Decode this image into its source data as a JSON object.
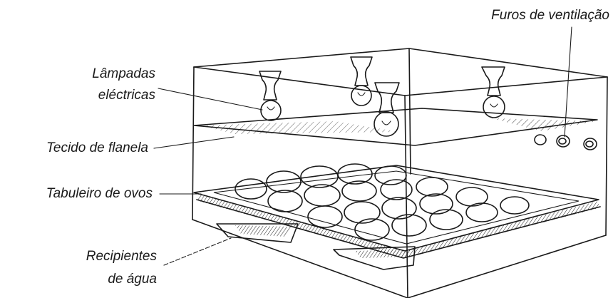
{
  "labels": {
    "vent": "Furos de ventilação",
    "lamps_line1": "Lâmpadas",
    "lamps_line2": "eléctricas",
    "flannel": "Tecido de flanela",
    "tray": "Tabuleiro de ovos",
    "water_line1": "Recipientes",
    "water_line2": "de água"
  }
}
